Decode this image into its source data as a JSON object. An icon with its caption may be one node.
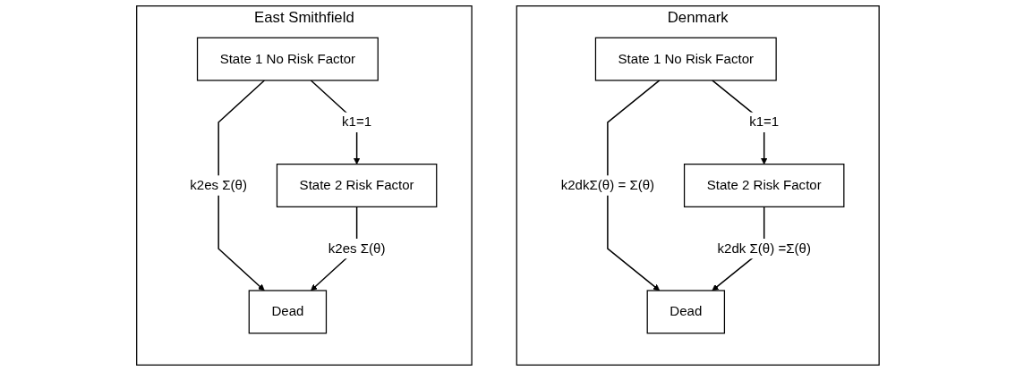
{
  "diagram": {
    "nodes": [
      {
        "text": [
          "Denmark"
        ]
      },
      {
        "text": [
          "State 1 No Risk Factor"
        ],
        "in": 0
      },
      {
        "text": [
          "State 2 Risk Factor"
        ],
        "in": 0
      },
      {
        "text": [
          "Dead"
        ],
        "in": 0
      },
      {
        "text": [
          "East Smithfield"
        ]
      },
      {
        "text": [
          "State 1 No Risk Factor"
        ],
        "in": 4
      },
      {
        "text": [
          "State 2 Risk Factor"
        ],
        "in": 4
      },
      {
        "text": [
          "Dead"
        ],
        "in": 4
      }
    ],
    "edges": [
      {
        "from": 1,
        "to": 2,
        "arrow": "to",
        "label": "k1=1"
      },
      {
        "from": 1,
        "to": 3,
        "arrow": "to",
        "label": "k2dkΣ(θ) = Σ(θ)"
      },
      {
        "from": 2,
        "to": 3,
        "arrow": "to",
        "label": "k2dk Σ(θ) =Σ(θ)"
      },
      {
        "from": 5,
        "to": 6,
        "arrow": "to",
        "label": "k1=1"
      },
      {
        "from": 5,
        "to": 7,
        "arrow": "to",
        "label": "k2es Σ(θ)"
      },
      {
        "from": 6,
        "to": 7,
        "arrow": "to",
        "label": "k2es Σ(θ)"
      }
    ]
  }
}
